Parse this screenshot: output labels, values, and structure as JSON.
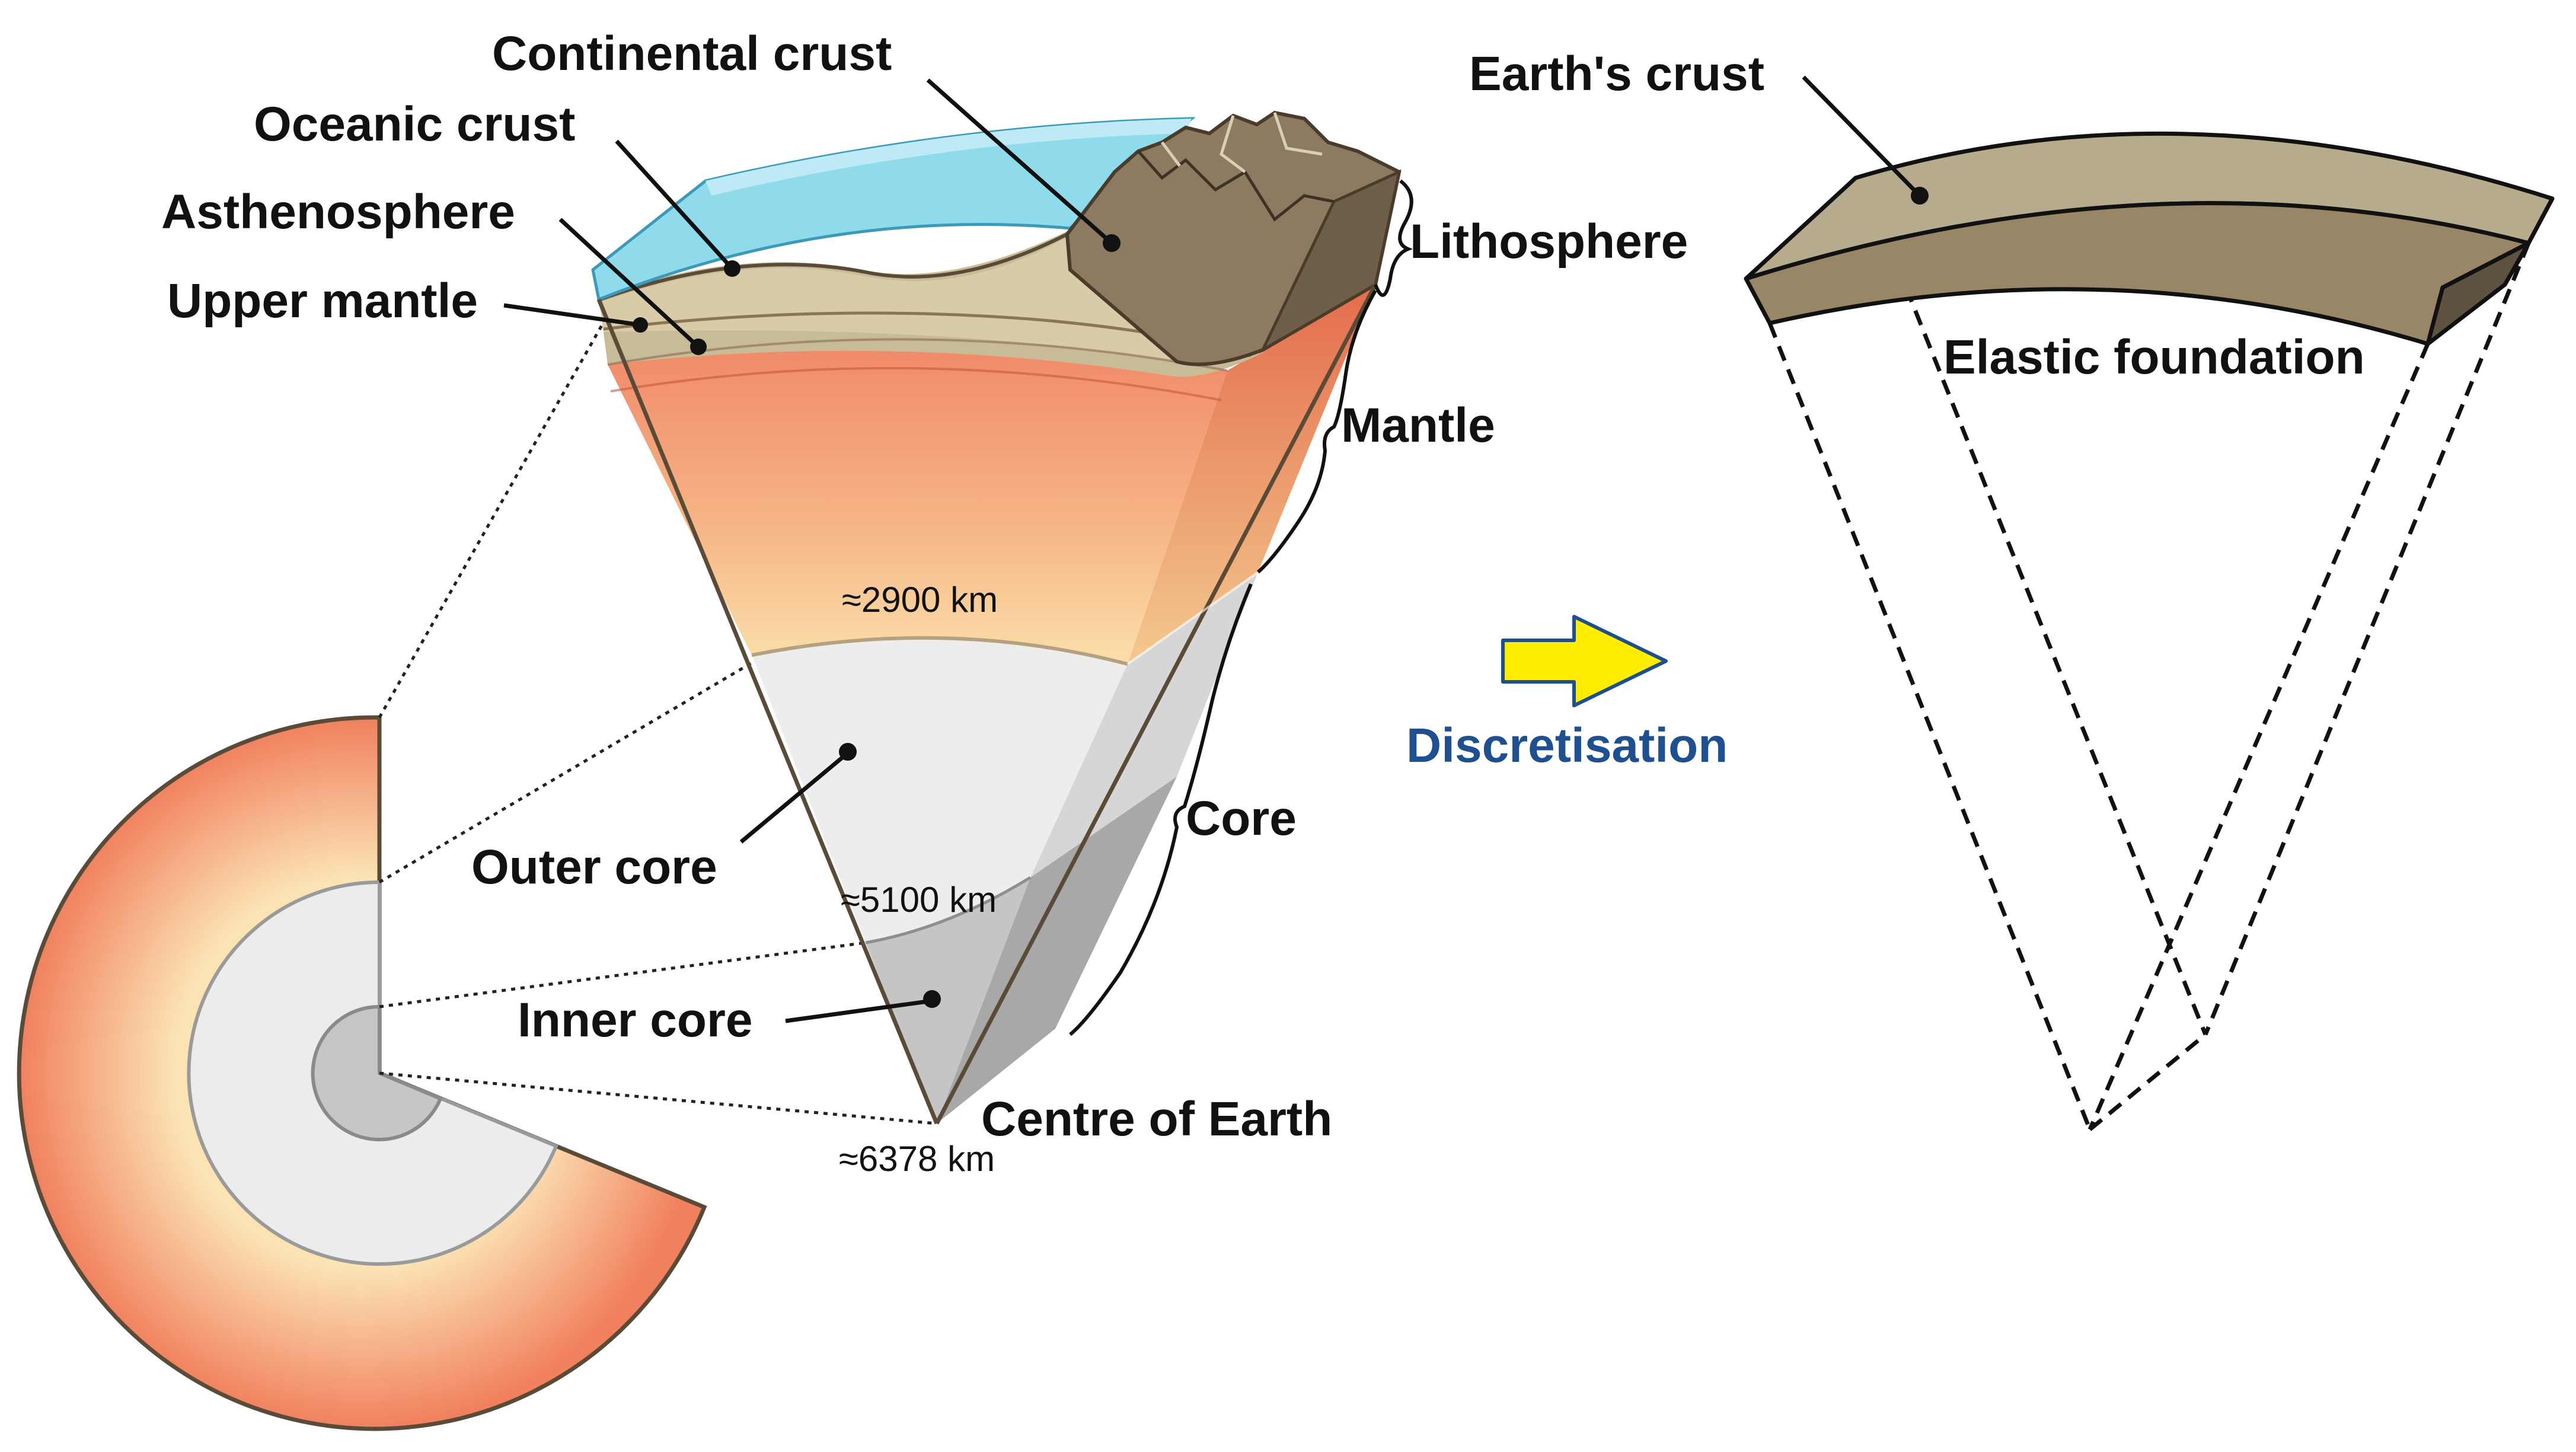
{
  "labels": {
    "continental_crust": "Continental crust",
    "oceanic_crust": "Oceanic crust",
    "asthenosphere": "Asthenosphere",
    "upper_mantle": "Upper mantle",
    "lithosphere": "Lithosphere",
    "mantle": "Mantle",
    "core": "Core",
    "outer_core": "Outer core",
    "inner_core": "Inner core",
    "centre": "Centre of Earth",
    "earths_crust": "Earth's crust",
    "elastic_foundation": "Elastic foundation",
    "discretisation": "Discretisation"
  },
  "depths": {
    "mantle_core": "≈2900 km",
    "outer_inner": "≈5100 km",
    "centre": "≈6378 km"
  },
  "colors": {
    "ocean": "#7fd3e6",
    "crust": "#8c7b60",
    "crust_light": "#b9ab8c",
    "mantle_top": "#f08060",
    "mantle_bottom": "#f8d7a0",
    "outer_core": "#ececec",
    "inner_core": "#c5c5c5",
    "arrow": "#ffee00",
    "discretisation_text": "#1d4f91"
  }
}
